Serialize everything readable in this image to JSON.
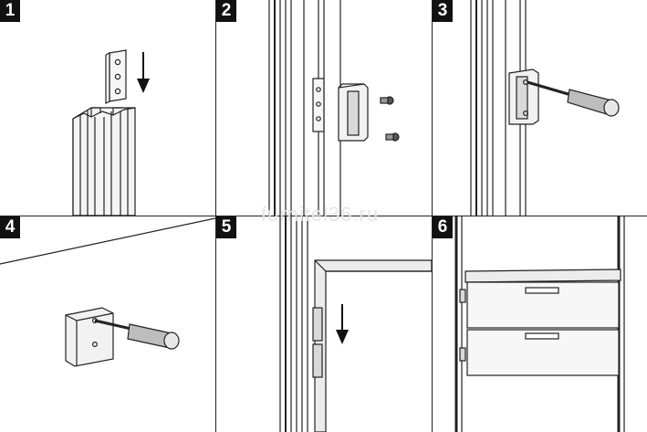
{
  "watermark": "furnitel36.ru",
  "panels": [
    {
      "number": "1"
    },
    {
      "number": "2"
    },
    {
      "number": "3"
    },
    {
      "number": "4"
    },
    {
      "number": "5"
    },
    {
      "number": "6"
    }
  ],
  "colors": {
    "line": "#222222",
    "fill_light": "#f2f2f2",
    "fill_mid": "#d9d9d9",
    "badge": "#111111"
  }
}
